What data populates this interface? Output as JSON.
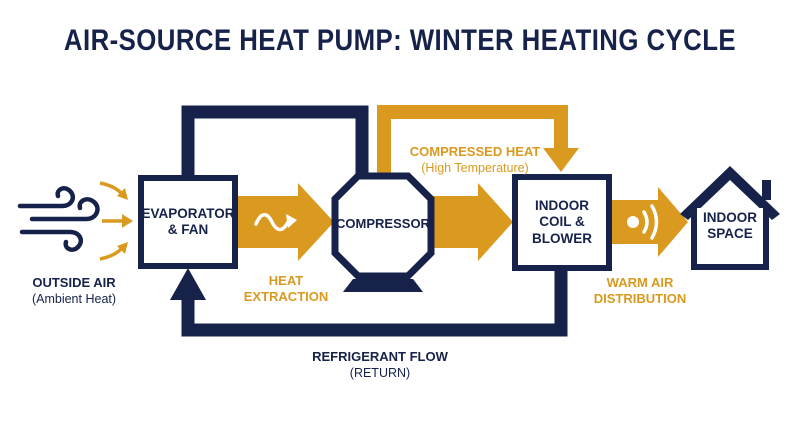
{
  "title": "AIR-SOURCE HEAT PUMP: WINTER HEATING CYCLE",
  "components": {
    "evaporator": "EVAPORATOR\n& FAN",
    "compressor": "COMPRESSOR",
    "indoor_coil": "INDOOR\nCOIL &\nBLOWER",
    "indoor_space": "INDOOR\nSPACE"
  },
  "labels": {
    "outside_air": "OUTSIDE AIR",
    "outside_air_sub": "(Ambient Heat)",
    "heat_extraction_1": "HEAT",
    "heat_extraction_2": "EXTRACTION",
    "compressed_heat": "COMPRESSED HEAT",
    "compressed_heat_sub": "(High Temperature)",
    "warm_air_1": "WARM AIR",
    "warm_air_2": "DISTRIBUTION",
    "refrigerant_flow": "REFRIGERANT FLOW",
    "refrigerant_flow_sub": "(RETURN)"
  },
  "icons": {
    "outside_air": "wind-icon",
    "heat_extraction": "wave-arrow-icon",
    "warm_air": "radiating-air-icon"
  },
  "colors": {
    "navy": "#16224a",
    "gold": "#d99a1f",
    "background": "#ffffff"
  }
}
